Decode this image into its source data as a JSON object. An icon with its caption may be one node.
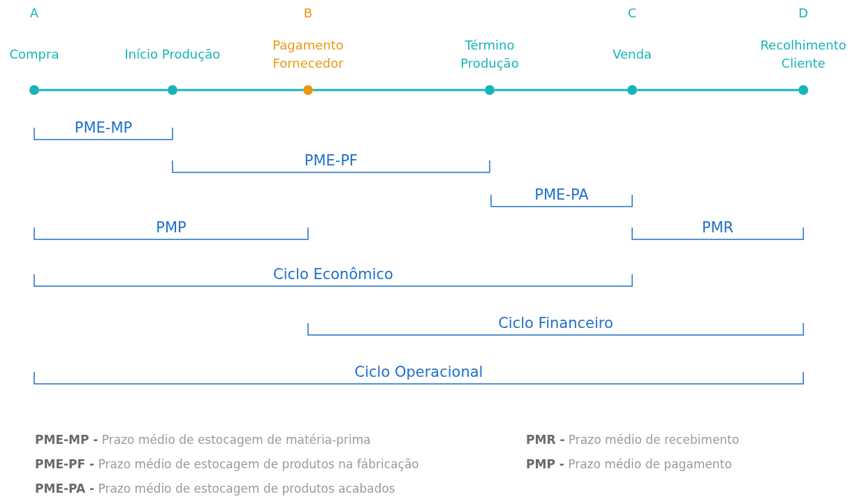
{
  "diagram": {
    "nodes": [
      {
        "text": [],
        "shape": "circle",
        "beside": [
          "A",
          "Compra"
        ]
      },
      {
        "text": [],
        "shape": "circle",
        "beside": [
          "Início Produção"
        ]
      },
      {
        "text": [],
        "shape": "circle",
        "beside": [
          "B",
          "Pagamento Fornecedor"
        ]
      },
      {
        "text": [],
        "shape": "circle",
        "beside": [
          "Término Produção"
        ]
      },
      {
        "text": [],
        "shape": "circle",
        "beside": [
          "C",
          "Venda"
        ]
      },
      {
        "text": [],
        "shape": "circle",
        "beside": [
          "D",
          "Recolhimento Cliente"
        ]
      }
    ],
    "edges": [
      {
        "from": 0,
        "to": 1,
        "arrow": "none"
      },
      {
        "from": 1,
        "to": 2,
        "arrow": "none"
      },
      {
        "from": 2,
        "to": 3,
        "arrow": "none"
      },
      {
        "from": 3,
        "to": 4,
        "arrow": "none"
      },
      {
        "from": 4,
        "to": 5,
        "arrow": "none"
      }
    ],
    "labels": [
      "PME-MP",
      "PME-PF",
      "PME-PA",
      "PMP",
      "PMR",
      "Ciclo Econômico",
      "Ciclo Financeiro",
      "Ciclo Operacional",
      "**PME-MP -** Prazo médio de estocagem de matéria-prima",
      "**PMR -** Prazo médio de recebimento",
      "**PME-PF -** Prazo médio de estocagem de produtos na fábricação",
      "**PMP -** Prazo médio de pagamento",
      "**PME-PA -** Prazo médio de estocagem de produtos acabados"
    ]
  }
}
